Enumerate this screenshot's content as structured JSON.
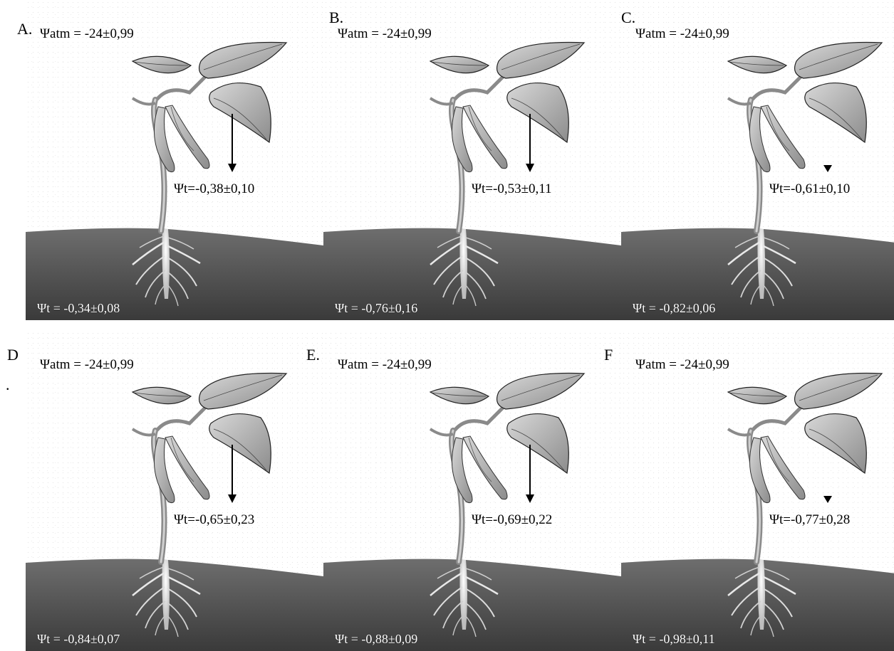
{
  "panels": [
    {
      "letter": "A.",
      "atm": "Ψatm = -24±0,99",
      "leaf": "Ψt=-0,38±0,10",
      "soil": "Ψt = -0,34±0,08",
      "arrow": "long"
    },
    {
      "letter": "B.",
      "atm": "Ψatm = -24±0,99",
      "leaf": "Ψt=-0,53±0,11",
      "soil": "Ψt = -0,76±0,16",
      "arrow": "long"
    },
    {
      "letter": "C.",
      "atm": "Ψatm = -24±0,99",
      "leaf": "Ψt=-0,61±0,10",
      "soil": "Ψt = -0,82±0,06",
      "arrow": "short"
    },
    {
      "letter": "D",
      "atm": "Ψatm = -24±0,99",
      "leaf": "Ψt=-0,65±0,23",
      "soil": "Ψt = -0,84±0,07",
      "arrow": "long",
      "extra": "."
    },
    {
      "letter": "E.",
      "atm": "Ψatm = -24±0,99",
      "leaf": "Ψt=-0,69±0,22",
      "soil": "Ψt = -0,88±0,09",
      "arrow": "long"
    },
    {
      "letter": "F",
      "atm": "Ψatm = -24±0,99",
      "leaf": "Ψt=-0,77±0,28",
      "soil": "Ψt = -0,98±0,11",
      "arrow": "short"
    }
  ],
  "colors": {
    "soil_top": "#6e6e6e",
    "soil_bottom": "#3a3a3a",
    "leaf_fill": "#b8b8b8",
    "stem": "#8a8a8a"
  }
}
